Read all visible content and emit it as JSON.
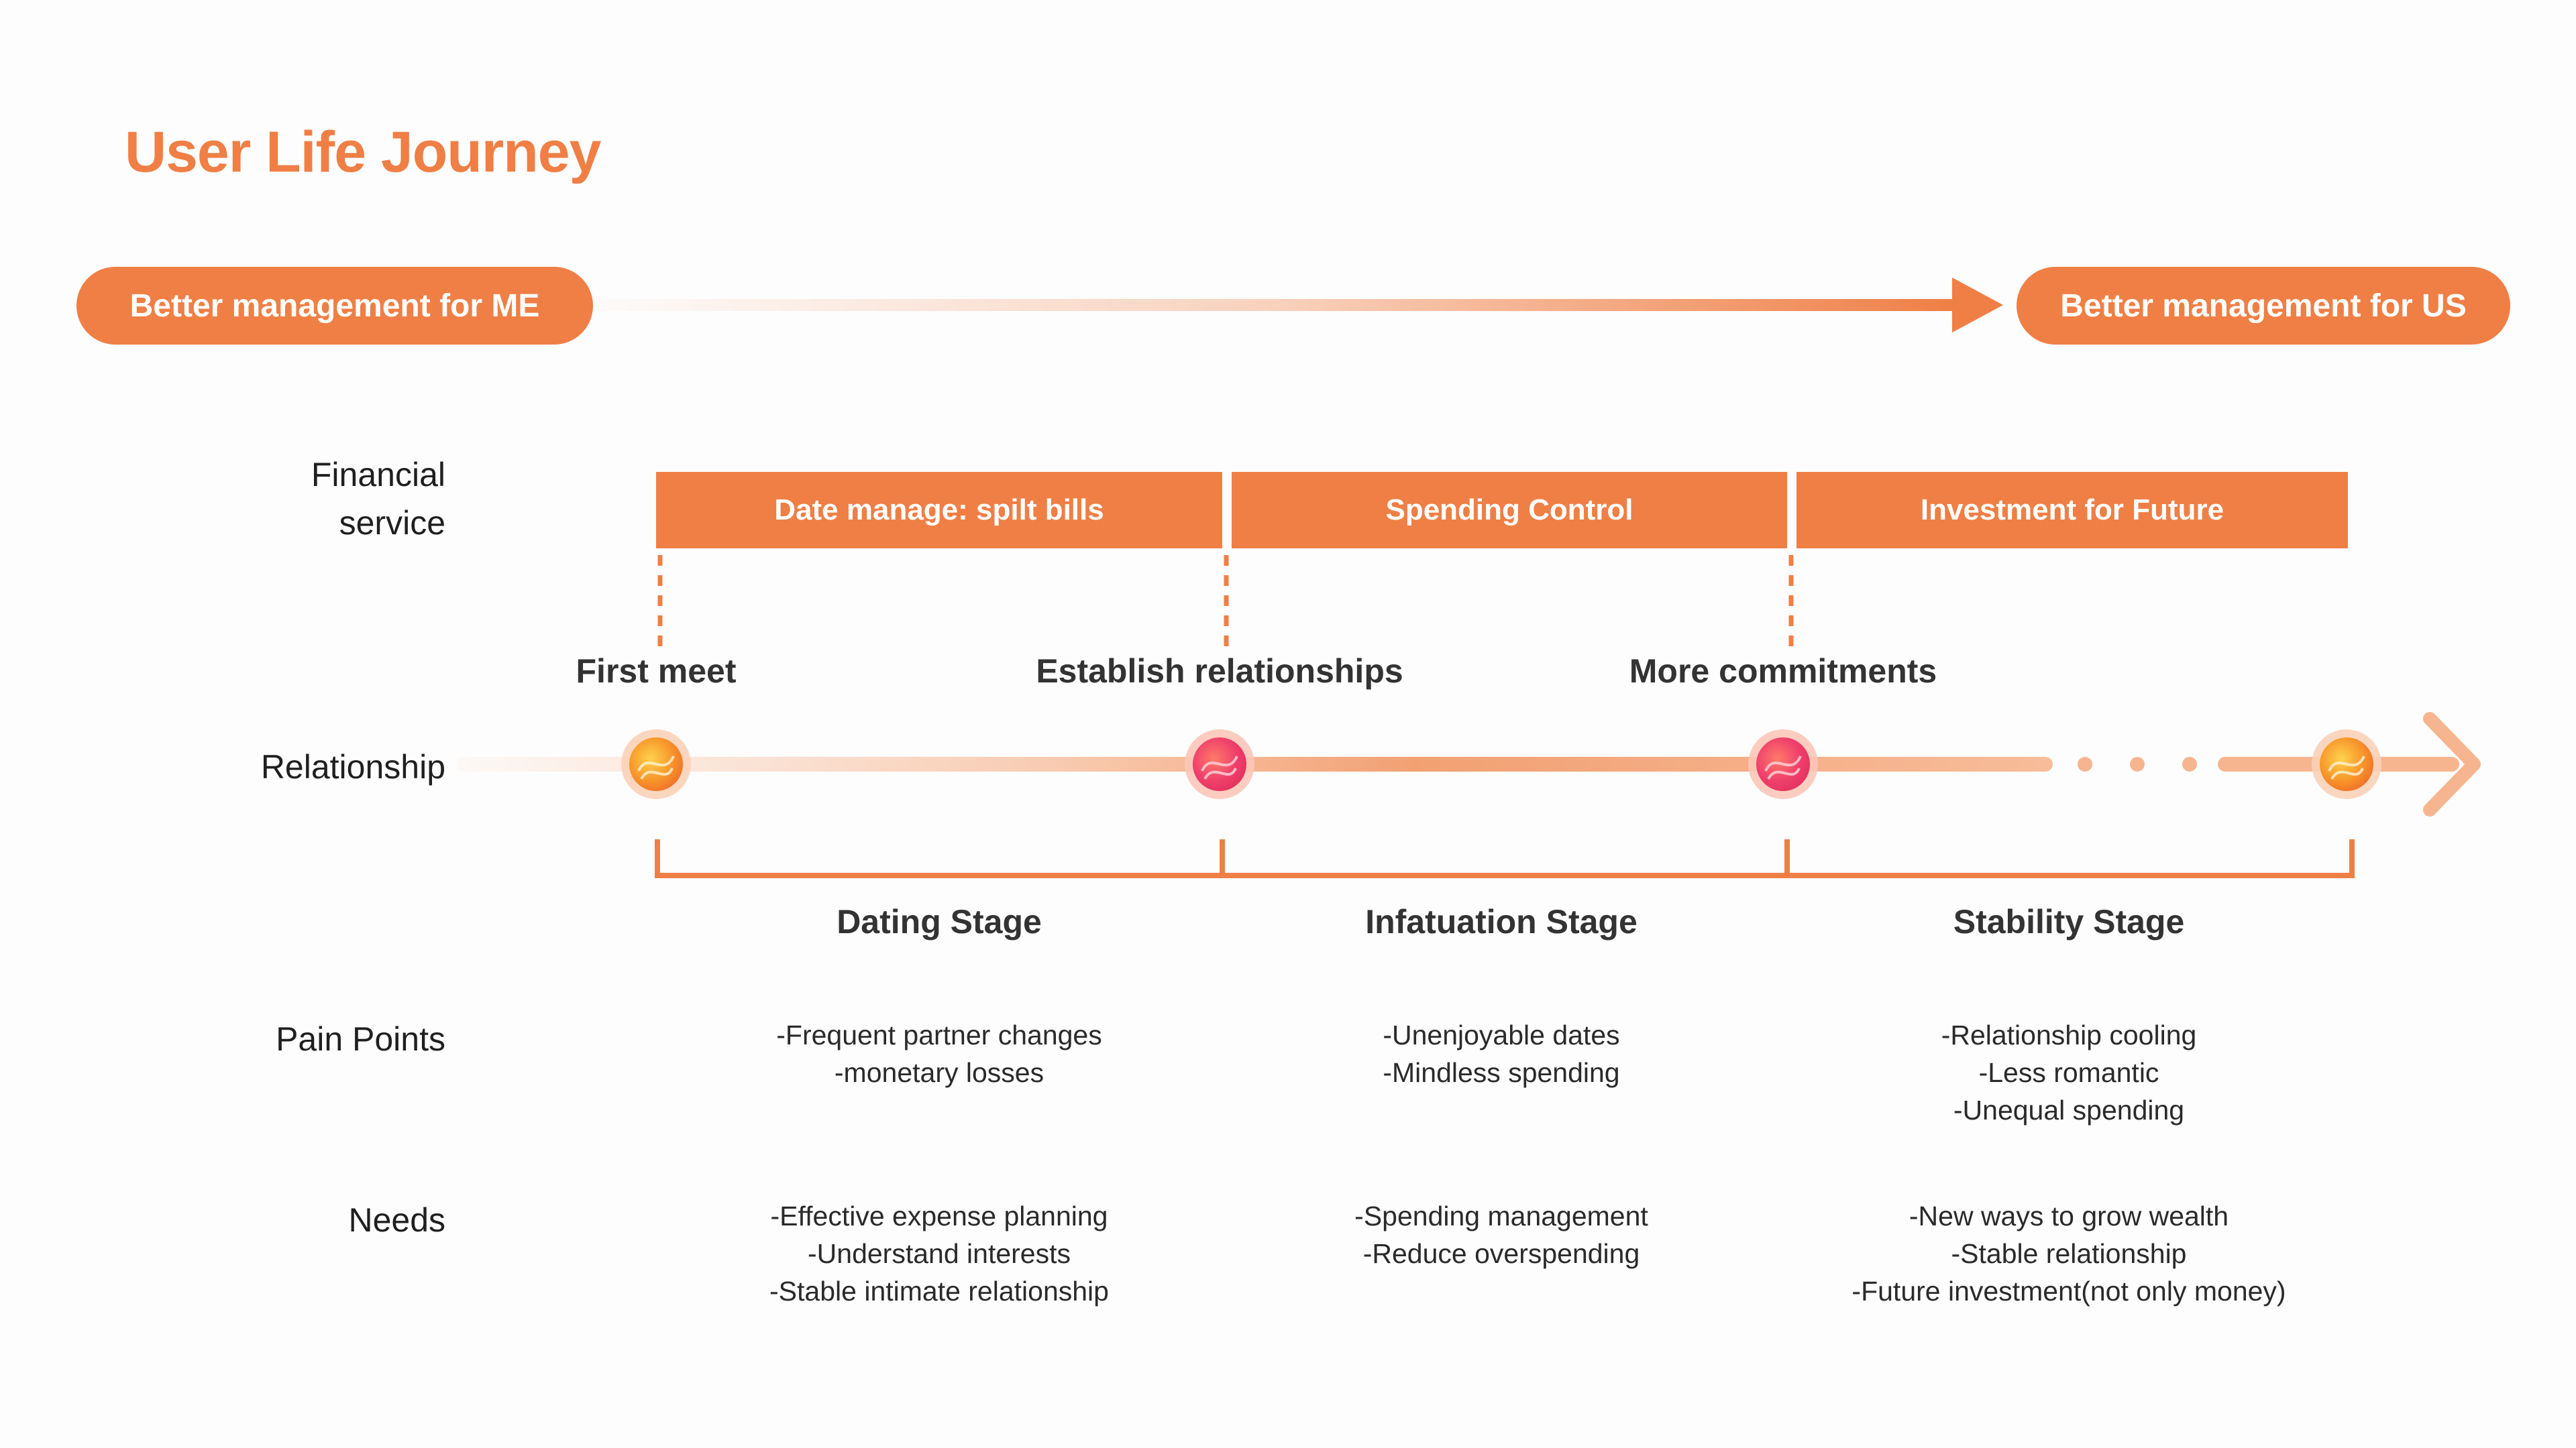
{
  "title": "User Life Journey",
  "header": {
    "left_pill": "Better management for ME",
    "right_pill": "Better management for US"
  },
  "labels": {
    "financial_service": [
      "Financial",
      "service"
    ],
    "relationship": "Relationship",
    "pain_points": "Pain Points",
    "needs": "Needs"
  },
  "services": [
    "Date manage: spilt bills",
    "Spending Control",
    "Investment for Future"
  ],
  "milestones": [
    "First meet",
    "Establish relationships",
    "More commitments"
  ],
  "stages": [
    {
      "name": "Dating Stage",
      "pain_points": [
        "-Frequent partner changes",
        "-monetary losses"
      ],
      "needs": [
        "-Effective expense planning",
        "-Understand interests",
        "-Stable intimate relationship"
      ]
    },
    {
      "name": "Infatuation Stage",
      "pain_points": [
        "-Unenjoyable dates",
        "-Mindless spending"
      ],
      "needs": [
        "-Spending management",
        "-Reduce overspending"
      ]
    },
    {
      "name": "Stability Stage",
      "pain_points": [
        "-Relationship cooling",
        "-Less romantic",
        "-Unequal spending"
      ],
      "needs": [
        "-New ways to grow wealth",
        "-Stable relationship",
        "-Future investment(not only money)"
      ]
    }
  ],
  "colors": {
    "accent": "#ef7f45",
    "accent_light": "#f7b58f",
    "node_orange": "#f79a2a",
    "node_pink": "#ef3f6b"
  }
}
